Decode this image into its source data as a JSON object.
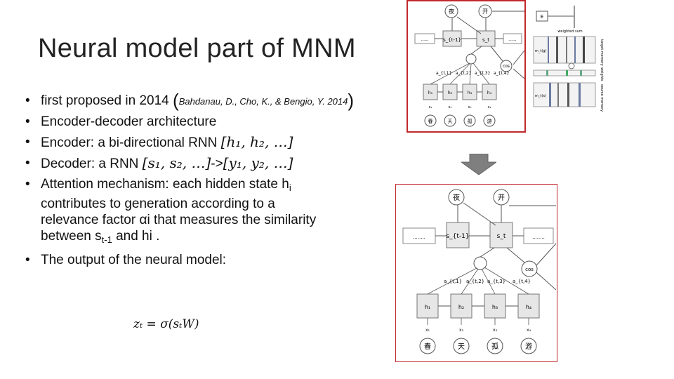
{
  "slide": {
    "title": "Neural model part of  MNM",
    "bullets": {
      "b1_main": "first proposed in 2014 ",
      "b1_cite": "Bahdanau, D., Cho, K., & Bengio, Y. 2014",
      "b2": "Encoder-decoder architecture",
      "b3_label": "Encoder: a bi-directional RNN ",
      "b4_label": "Decoder: a RNN ",
      "b4_arrow": "->",
      "b5_a": "Attention mechanism: each hidden state h",
      "b5_a_sub": "i",
      "b5_b": "contributes to generation according to a",
      "b5_c": "relevance factor αi that measures the similarity",
      "b5_d1": "between s",
      "b5_d1_sub": "t-1",
      "b5_d2": "  and hi .",
      "b6": "The output of the neural model:"
    },
    "math": {
      "h_seq": "h₁, h₂, …",
      "s_seq": "s₁, s₂, …",
      "y_seq": "y₁, y₂, …",
      "formula": "zₜ = σ(sₜW)"
    }
  },
  "figure_top": {
    "node_prev": "s_{t-1}",
    "node_cur": "s_t",
    "dots": "......",
    "cos": "cos",
    "alphas": [
      "a_{t,1}",
      "a_{t,2}",
      "a_{t,3}",
      "a_{t,4}"
    ],
    "hs": [
      "h₁",
      "h₂",
      "h₃",
      "h₄"
    ],
    "xs": [
      "x₁",
      "x₂",
      "x₃",
      "x₄"
    ],
    "chars": [
      "春",
      "天",
      "孤",
      "游"
    ],
    "out_chars": [
      "夜",
      "开"
    ]
  },
  "figure_side": {
    "box_label": "E",
    "header": "weighted sum",
    "mg": "m_t(g)",
    "mx": "m_t(x)",
    "labels": [
      "target memory",
      "weights",
      "source memory"
    ]
  },
  "figure_bottom": {
    "node_prev": "s_{t-1}",
    "node_cur": "s_t",
    "dots": "........",
    "cos": "cos",
    "alphas": [
      "a_{t,1}",
      "a_{t,2}",
      "a_{t,3}",
      "a_{t,4}"
    ],
    "hs": [
      "h₁",
      "h₂",
      "h₃",
      "h₄"
    ],
    "xs": [
      "x₁",
      "x₂",
      "x₃",
      "x₄"
    ],
    "chars": [
      "春",
      "天",
      "孤",
      "游"
    ],
    "out_chars": [
      "夜",
      "开"
    ]
  }
}
